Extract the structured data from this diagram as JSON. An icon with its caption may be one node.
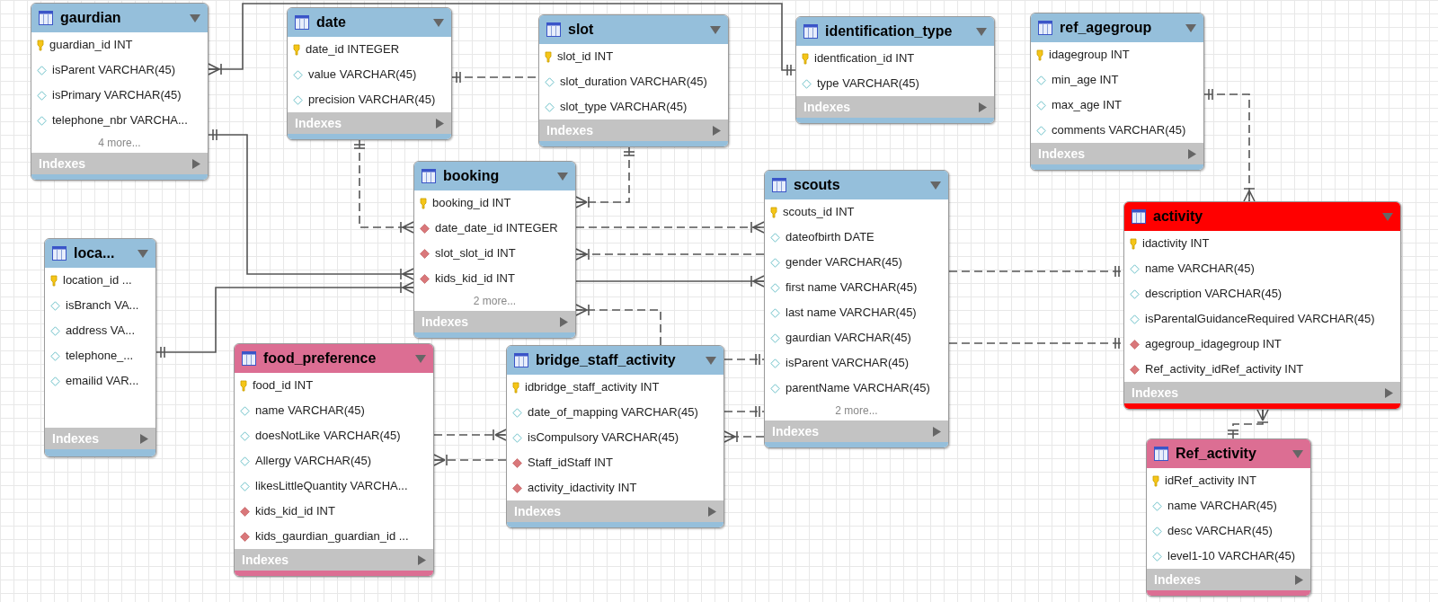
{
  "diagram": {
    "nodes": [
      {
        "text": [
          "gaurdian",
          "guardian_id INT",
          "isParent VARCHAR(45)",
          "isPrimary VARCHAR(45)",
          "telephone_nbr VARCHA...",
          "4 more...",
          "Indexes"
        ]
      },
      {
        "text": [
          "date",
          "date_id INTEGER",
          "value VARCHAR(45)",
          "precision VARCHAR(45)",
          "Indexes"
        ]
      },
      {
        "text": [
          "slot",
          "slot_id INT",
          "slot_duration VARCHAR(45)",
          "slot_type VARCHAR(45)",
          "Indexes"
        ]
      },
      {
        "text": [
          "identification_type",
          "identfication_id INT",
          "type VARCHAR(45)",
          "Indexes"
        ]
      },
      {
        "text": [
          "ref_agegroup",
          "idagegroup INT",
          "min_age INT",
          "max_age INT",
          "comments VARCHAR(45)",
          "Indexes"
        ]
      },
      {
        "text": [
          "booking",
          "booking_id INT",
          "date_date_id INTEGER",
          "slot_slot_id INT",
          "kids_kid_id INT",
          "2 more...",
          "Indexes"
        ]
      },
      {
        "text": [
          "scouts",
          "scouts_id INT",
          "dateofbirth DATE",
          "gender VARCHAR(45)",
          "first name VARCHAR(45)",
          "last name VARCHAR(45)",
          "gaurdian VARCHAR(45)",
          "isParent VARCHAR(45)",
          "parentName VARCHAR(45)",
          "2 more...",
          "Indexes"
        ]
      },
      {
        "text": [
          "loca...",
          "location_id ...",
          "isBranch VA...",
          "address VA...",
          "telephone_...",
          "emailid VAR...",
          "Indexes"
        ]
      },
      {
        "text": [
          "activity",
          "idactivity INT",
          "name VARCHAR(45)",
          "description VARCHAR(45)",
          "isParentalGuidanceRequired VARCHAR(45)",
          "agegroup_idagegroup INT",
          "Ref_activity_idRef_activity INT",
          "Indexes"
        ]
      },
      {
        "text": [
          "food_preference",
          "food_id INT",
          "name VARCHAR(45)",
          "doesNotLike VARCHAR(45)",
          "Allergy VARCHAR(45)",
          "likesLittleQuantity VARCHA...",
          "kids_kid_id INT",
          "kids_gaurdian_guardian_id ...",
          "Indexes"
        ]
      },
      {
        "text": [
          "bridge_staff_activity",
          "idbridge_staff_activity INT",
          "date_of_mapping VARCHAR(45)",
          "isCompulsory VARCHAR(45)",
          "Staff_idStaff INT",
          "activity_idactivity INT",
          "Indexes"
        ]
      },
      {
        "text": [
          "Ref_activity",
          "idRef_activity INT",
          "name VARCHAR(45)",
          "desc VARCHAR(45)",
          "level1-10 VARCHAR(45)",
          "Indexes"
        ]
      }
    ],
    "edges": [
      {
        "from": 0,
        "to": 3,
        "arrow": "other"
      },
      {
        "from": 1,
        "to": 2,
        "arrow": "other",
        "style": "dashed"
      },
      {
        "from": 0,
        "to": 5,
        "arrow": "other"
      },
      {
        "from": 1,
        "to": 5,
        "arrow": "other",
        "style": "dashed"
      },
      {
        "from": 2,
        "to": 5,
        "arrow": "other",
        "style": "dashed"
      },
      {
        "from": 5,
        "to": 6,
        "arrow": "other",
        "style": "dashed"
      },
      {
        "from": 6,
        "to": 5,
        "arrow": "other",
        "style": "dashed"
      },
      {
        "from": 5,
        "to": 6,
        "arrow": "other"
      },
      {
        "from": 10,
        "to": 5,
        "arrow": "other",
        "style": "dashed"
      },
      {
        "from": 10,
        "to": 6,
        "arrow": "other",
        "style": "dashed"
      },
      {
        "from": 10,
        "to": 6,
        "arrow": "other",
        "style": "dashed"
      },
      {
        "from": 6,
        "to": 10,
        "arrow": "other",
        "style": "dashed"
      },
      {
        "from": 6,
        "to": 8,
        "arrow": "other",
        "style": "dashed"
      },
      {
        "from": 6,
        "to": 8,
        "arrow": "other",
        "style": "dashed"
      },
      {
        "from": 4,
        "to": 8,
        "arrow": "other",
        "style": "dashed"
      },
      {
        "from": 11,
        "to": 8,
        "arrow": "other",
        "style": "dashed"
      },
      {
        "from": 9,
        "to": 10,
        "arrow": "other",
        "style": "dashed"
      },
      {
        "from": 10,
        "to": 9,
        "arrow": "other",
        "style": "dashed"
      },
      {
        "from": 7,
        "to": 5,
        "arrow": "other"
      }
    ]
  }
}
